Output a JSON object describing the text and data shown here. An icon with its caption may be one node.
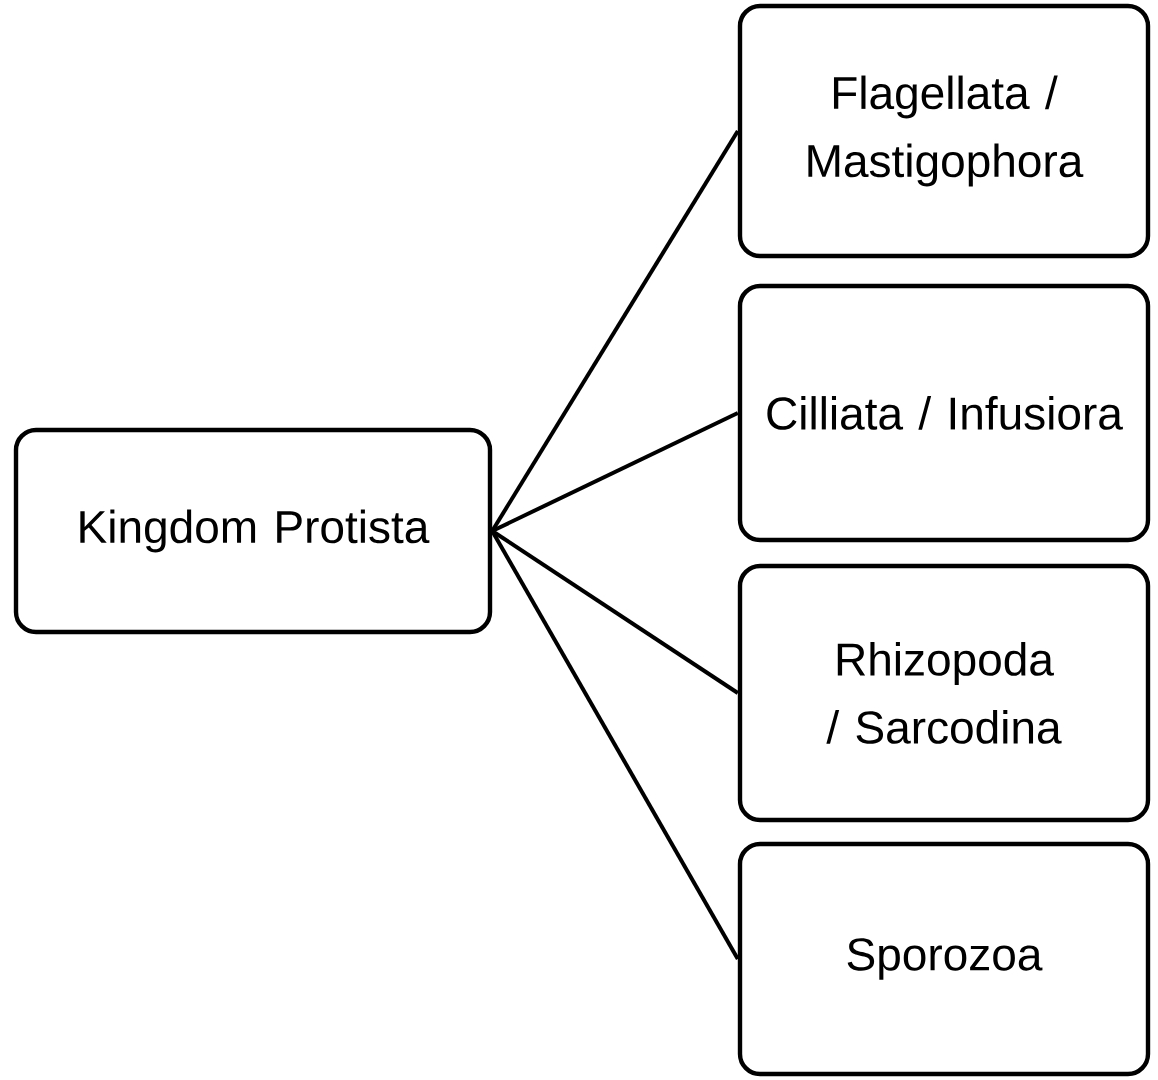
{
  "diagram": {
    "nodes": [
      {
        "text": [
          "Kingdom Protista"
        ]
      },
      {
        "text": [
          "Flagellata / Mastigophora"
        ]
      },
      {
        "text": [
          "Cilliata / Infusiora"
        ]
      },
      {
        "text": [
          "Rhizopoda / Sarcodina"
        ]
      },
      {
        "text": [
          "Sporozoa"
        ]
      }
    ],
    "edges": [
      {
        "from": 0,
        "to": 1,
        "arrow": "none"
      },
      {
        "from": 0,
        "to": 2,
        "arrow": "none"
      },
      {
        "from": 0,
        "to": 3,
        "arrow": "none"
      },
      {
        "from": 0,
        "to": 4,
        "arrow": "none"
      }
    ]
  }
}
